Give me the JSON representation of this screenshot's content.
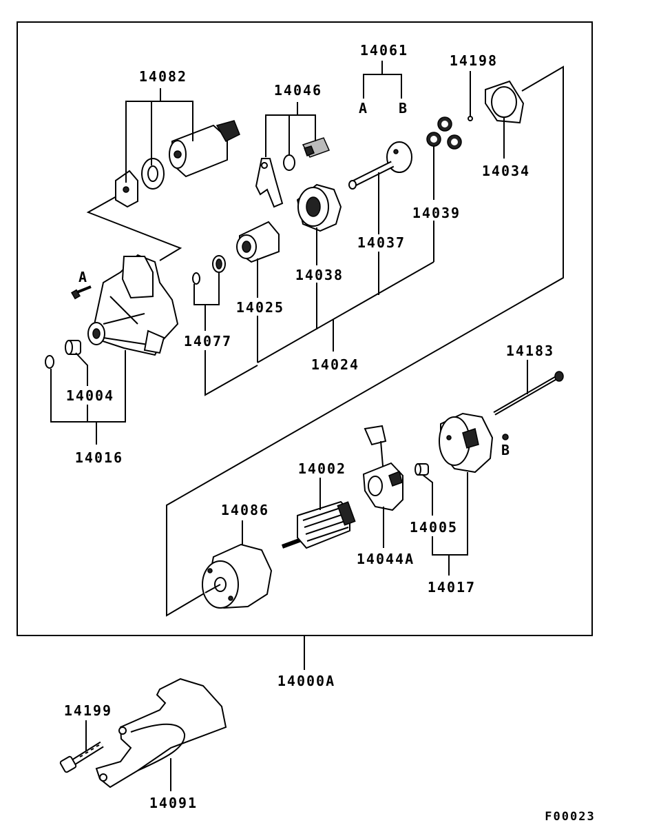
{
  "diagram": {
    "assembly_label": "14000A",
    "figure_code": "F00023",
    "references": {
      "ref_a": "A",
      "ref_b": "B"
    },
    "parts": {
      "p14082": "14082",
      "p14046": "14046",
      "p14061": "14061",
      "p14198": "14198",
      "p14034": "14034",
      "p14039": "14039",
      "p14037": "14037",
      "p14038": "14038",
      "p14025": "14025",
      "p14077": "14077",
      "p14024": "14024",
      "p14004": "14004",
      "p14016": "14016",
      "p14183": "14183",
      "p14002": "14002",
      "p14086": "14086",
      "p14044A": "14044A",
      "p14005": "14005",
      "p14017": "14017",
      "p14199": "14199",
      "p14091": "14091"
    }
  }
}
